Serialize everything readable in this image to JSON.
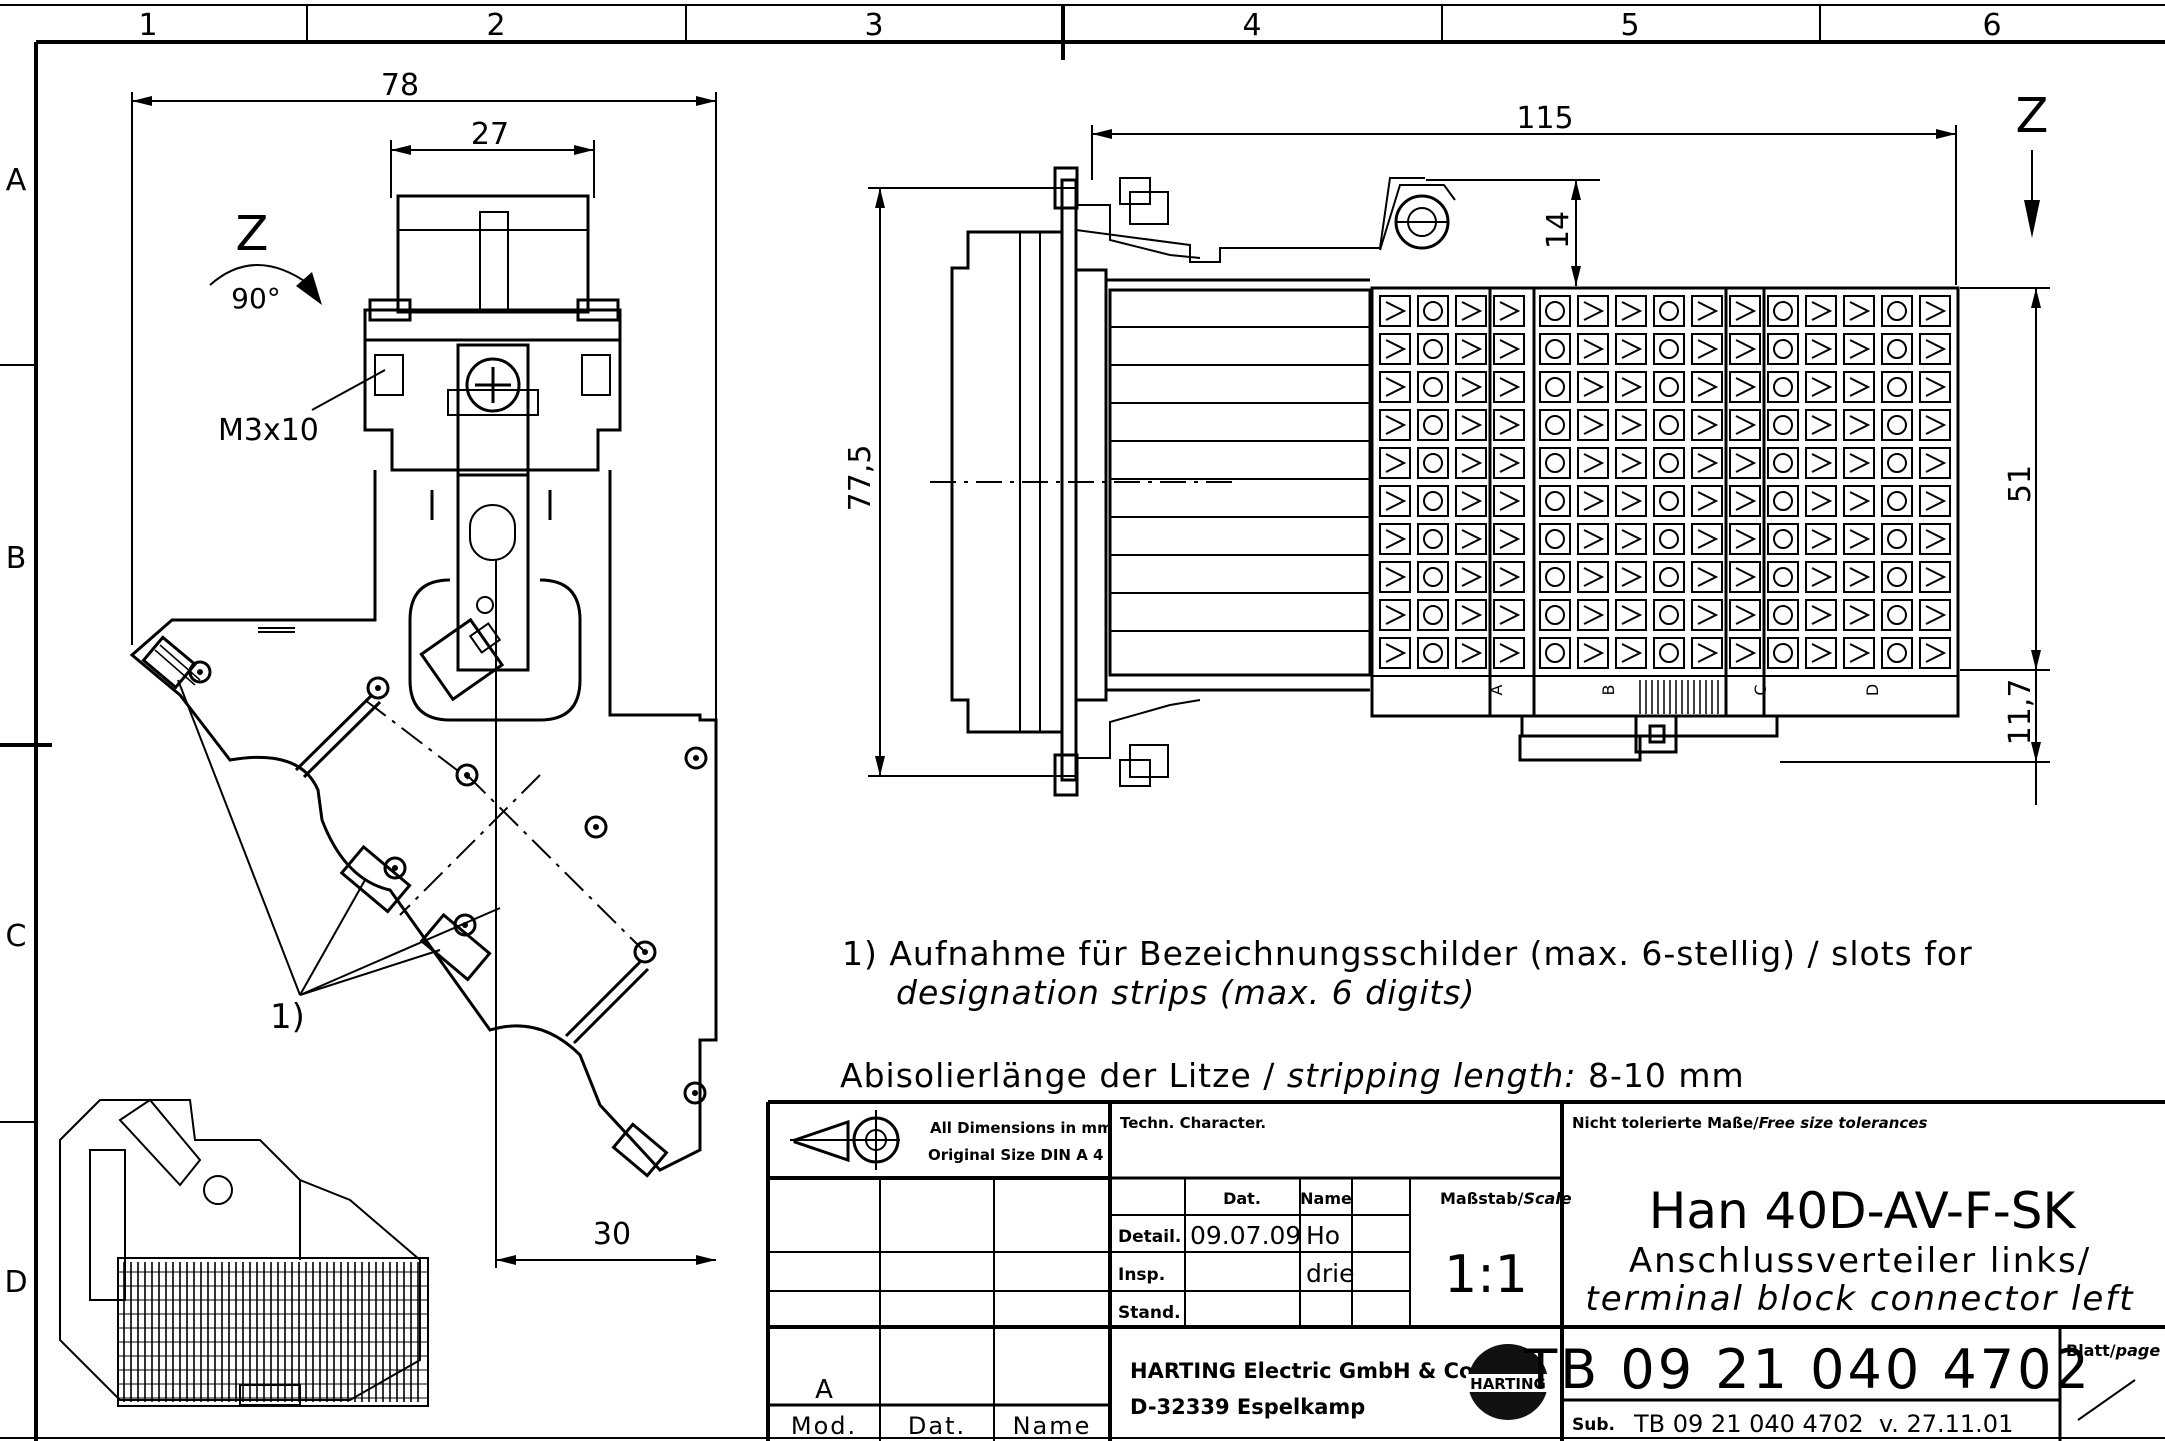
{
  "frame": {
    "columns": [
      "1",
      "2",
      "3",
      "4",
      "5",
      "6"
    ],
    "rows": [
      "A",
      "B",
      "C",
      "D"
    ]
  },
  "left_view": {
    "dims": {
      "width_total": "78",
      "width_top": "27",
      "bottom_offset": "30"
    },
    "rotation_label": "Z",
    "rotation_angle": "90°",
    "screw_label": "M3x10",
    "callout_label": "1)"
  },
  "right_view": {
    "dims": {
      "length": "115",
      "top_offset": "14",
      "height_total": "77,5",
      "height_blocks": "51",
      "bottom_offset": "11,7"
    },
    "view_label": "Z",
    "block_letters": [
      "A",
      "B",
      "C",
      "D"
    ]
  },
  "notes": {
    "note1_line1": "1) Aufnahme für Bezeichnungsschilder (max. 6-stellig) / slots for",
    "note1_line2": "designation strips (max. 6 digits)",
    "strip_prefix": "Abisolierlänge der Litze / ",
    "strip_italic": "stripping length:",
    "strip_value": " 8-10 mm"
  },
  "title_block": {
    "dims_note_line1": "All Dimensions in mm",
    "dims_note_line2": "Original Size DIN A 4",
    "techn_character": "Techn. Character.",
    "tolerances": "Nicht tolerierte Maße/",
    "tolerances_italic": "Free size tolerances",
    "col_date": "Dat.",
    "col_name": "Name",
    "scale_label": "Maßstab/",
    "scale_label_italic": "Scale",
    "scale_value": "1:1",
    "detail_label": "Detail.",
    "detail_date": "09.07.09",
    "detail_name": "Ho",
    "insp_label": "Insp.",
    "insp_name": "drie",
    "stand_label": "Stand.",
    "product_name": "Han 40D-AV-F-SK",
    "product_desc_de": "Anschlussverteiler links/",
    "product_desc_en": "terminal block connector left",
    "company_line1": "HARTING Electric GmbH & Co. KG",
    "company_line2": "D-32339 Espelkamp",
    "logo_text": "HARTING",
    "drawing_number": "TB 09 21 040 4702",
    "sheet_label": "Blatt/",
    "sheet_label_italic": "page",
    "sub_label": "Sub.",
    "sub_value": "TB 09 21 040 4702  v. 27.11.01",
    "revision": "A",
    "mod_label": "Mod.",
    "dat_label": "Dat.",
    "name_label": "Name"
  }
}
